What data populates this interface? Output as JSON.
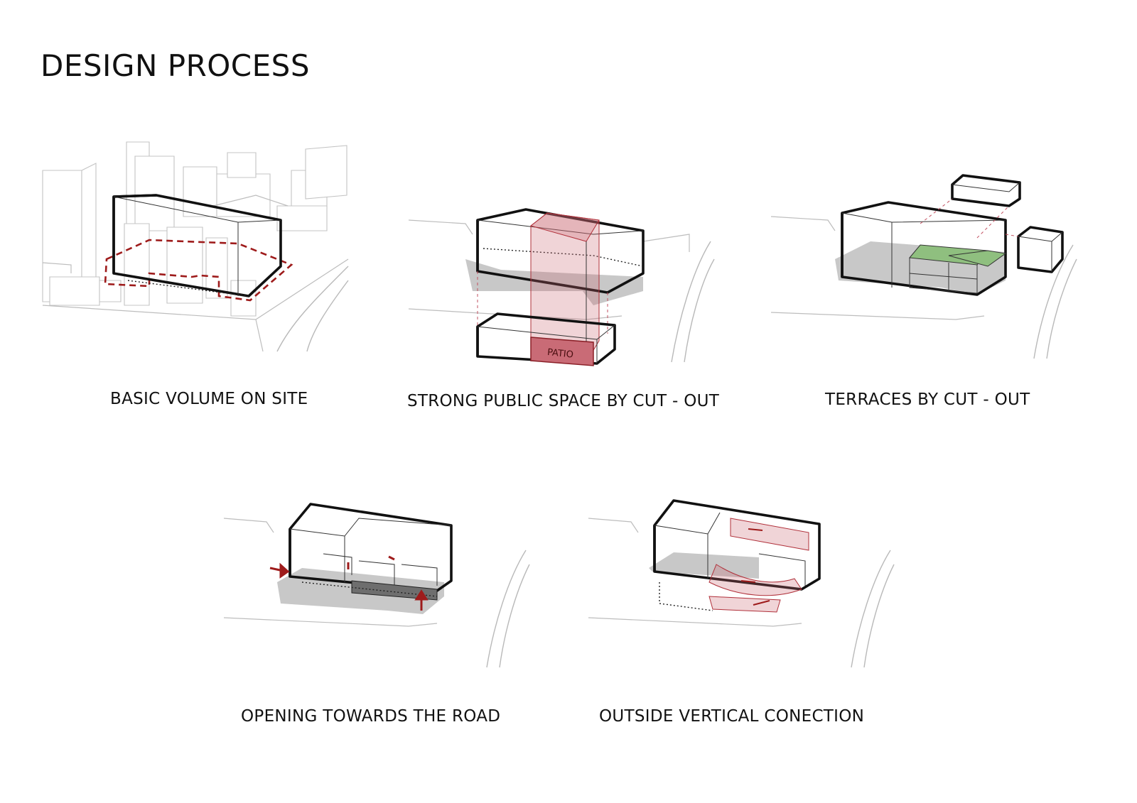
{
  "title": "DESIGN PROCESS",
  "steps": [
    {
      "caption": "BASIC VOLUME ON SITE"
    },
    {
      "caption": "STRONG PUBLIC SPACE BY CUT - OUT",
      "label": "PATIO"
    },
    {
      "caption": "TERRACES BY CUT - OUT"
    },
    {
      "caption": "OPENING TOWARDS THE ROAD"
    },
    {
      "caption": "OUTSIDE VERTICAL CONECTION"
    }
  ],
  "colors": {
    "accent_red": "#9e1b1b",
    "terrace_green": "#8fbf7f",
    "context_grey": "#c8c8c8"
  }
}
